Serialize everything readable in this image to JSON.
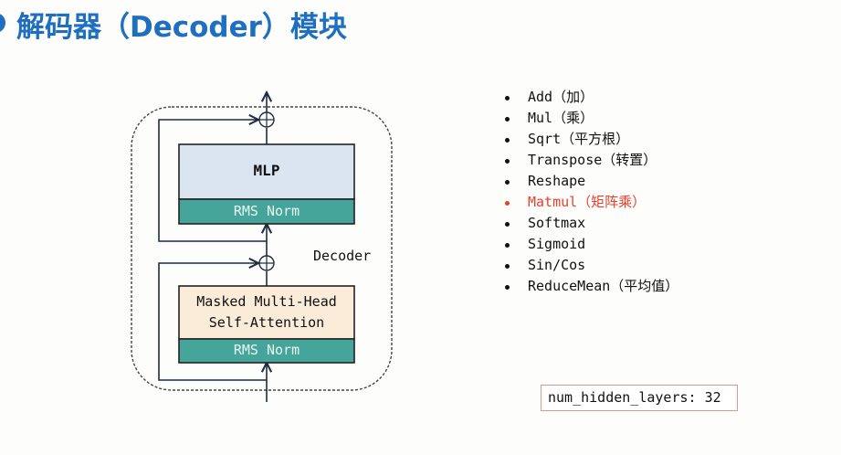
{
  "slide": {
    "title": "解码器（Decoder）模块",
    "title_color": "#1e6fc0"
  },
  "diagram": {
    "container_label": "Decoder",
    "mlp_block": {
      "label": "MLP",
      "fill": "#dbe5f1"
    },
    "mlp_norm": {
      "label": "RMS Norm",
      "fill": "#46a59a"
    },
    "attention_block": {
      "label_line1": "Masked Multi-Head",
      "label_line2": "Self-Attention",
      "fill": "#fbebd9"
    },
    "attention_norm": {
      "label": "RMS Norm",
      "fill": "#46a59a"
    },
    "residual_add_symbol": "⊕"
  },
  "operators": {
    "items": [
      {
        "label": "Add（加）",
        "highlight": false
      },
      {
        "label": "Mul（乘）",
        "highlight": false
      },
      {
        "label": "Sqrt（平方根）",
        "highlight": false
      },
      {
        "label": "Transpose（转置）",
        "highlight": false
      },
      {
        "label": "Reshape",
        "highlight": false
      },
      {
        "label": "Matmul（矩阵乘）",
        "highlight": true
      },
      {
        "label": "Softmax",
        "highlight": false
      },
      {
        "label": "Sigmoid",
        "highlight": false
      },
      {
        "label": "Sin/Cos",
        "highlight": false
      },
      {
        "label": "ReduceMean（平均值）",
        "highlight": false
      }
    ],
    "highlight_color": "#e8402a"
  },
  "config": {
    "param_text": "num_hidden_layers: 32"
  }
}
